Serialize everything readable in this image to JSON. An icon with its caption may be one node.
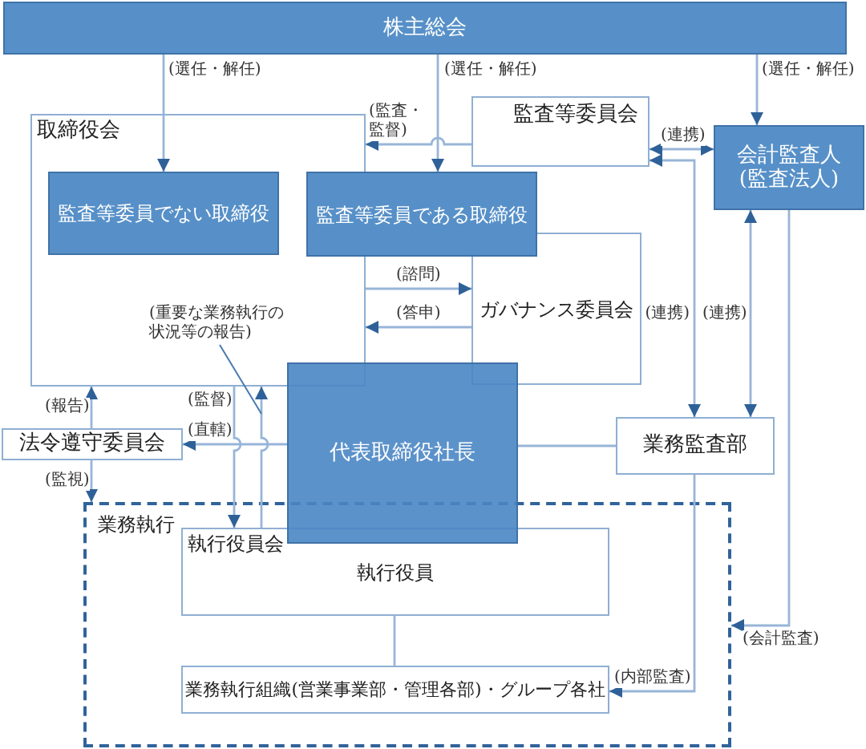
{
  "diagram": {
    "nodes": [
      {
        "text": [
          "株主総会"
        ]
      },
      {
        "text": [
          "取締役会"
        ]
      },
      {
        "text": [
          "監査等委員でない取締役"
        ],
        "in": 1
      },
      {
        "text": [
          "監査等委員会"
        ]
      },
      {
        "text": [
          "監査等委員である取締役"
        ]
      },
      {
        "text": [
          "会計監査人(監査法人)"
        ]
      },
      {
        "text": [
          "ガバナンス委員会"
        ]
      },
      {
        "text": [
          "代表取締役社長"
        ]
      },
      {
        "text": [
          "法令遵守委員会"
        ]
      },
      {
        "text": [
          "業務監査部"
        ]
      },
      {
        "text": [
          "業務執行"
        ]
      },
      {
        "text": [
          "執行役員会",
          "執行役員"
        ],
        "in": 10
      },
      {
        "text": [
          "業務執行組織(営業事業部・管理各部)・グループ各社"
        ],
        "in": 10
      }
    ],
    "edges": [
      {
        "from": 0,
        "to": 2,
        "arrow": "to",
        "label": "(選任・解任)"
      },
      {
        "from": 0,
        "to": 4,
        "arrow": "to",
        "label": "(選任・解任)"
      },
      {
        "from": 0,
        "to": 5,
        "arrow": "to",
        "label": "(選任・解任)"
      },
      {
        "from": 3,
        "to": 1,
        "arrow": "to",
        "label": "(監査・監督)"
      },
      {
        "from": 3,
        "to": 5,
        "arrow": "both",
        "label": "(連携)"
      },
      {
        "from": 3,
        "to": 9,
        "arrow": "both",
        "label": "(連携)"
      },
      {
        "from": 5,
        "to": 9,
        "arrow": "both",
        "label": "(連携)"
      },
      {
        "from": 1,
        "to": 6,
        "arrow": "to",
        "label": "(諮問)"
      },
      {
        "from": 6,
        "to": 1,
        "arrow": "to",
        "label": "(答申)"
      },
      {
        "from": 5,
        "to": 10,
        "arrow": "to",
        "label": "(会計監査)"
      },
      {
        "from": 11,
        "to": 1,
        "arrow": "to",
        "label": "(重要な業務執行の状況等の報告)"
      },
      {
        "from": 1,
        "to": 11,
        "arrow": "to",
        "label": "(監督)"
      },
      {
        "from": 7,
        "to": 8,
        "arrow": "to",
        "label": "(直轄)"
      },
      {
        "from": 8,
        "to": 1,
        "arrow": "to",
        "label": "(報告)"
      },
      {
        "from": 8,
        "to": 10,
        "arrow": "to",
        "label": "(監視)"
      },
      {
        "from": 7,
        "to": 9,
        "arrow": "none"
      },
      {
        "from": 11,
        "to": 12,
        "arrow": "none"
      },
      {
        "from": 9,
        "to": 12,
        "arrow": "to",
        "label": "(内部監査)"
      }
    ]
  }
}
